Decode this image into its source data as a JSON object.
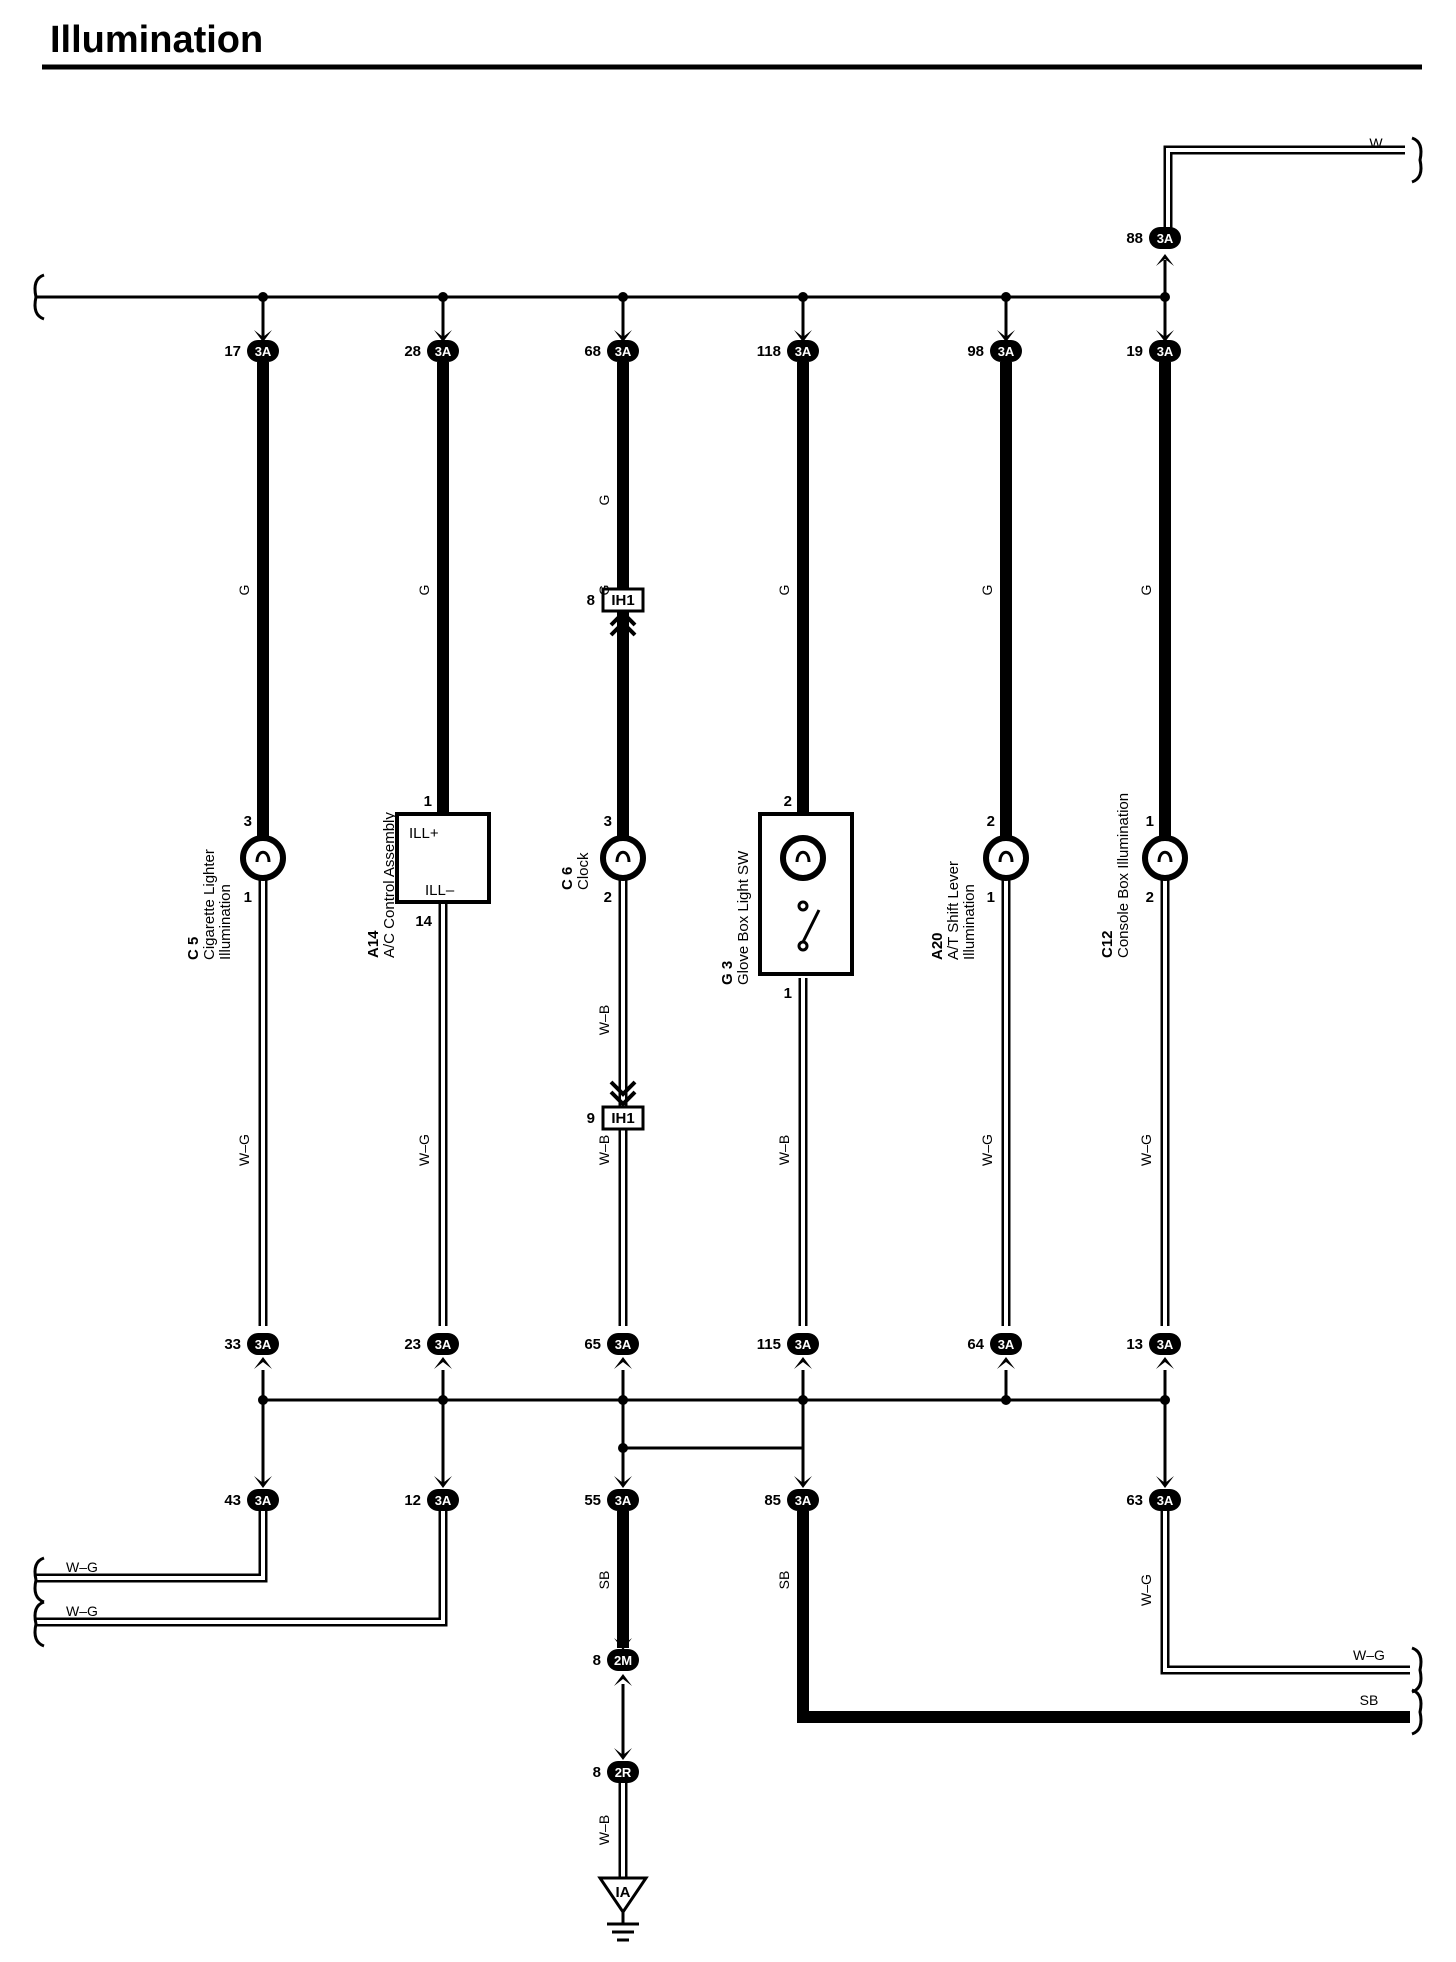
{
  "title": "Illumination",
  "top_feed": {
    "wire": "W",
    "pin": "88",
    "conn": "3A"
  },
  "branches": [
    {
      "top_pin": "17",
      "top_conn": "3A",
      "upper_wire": "G",
      "comp_pin_in": "3",
      "comp_pin_out": "1",
      "code": "C 5",
      "name_lines": [
        "Cigarette Lighter",
        "Illumination"
      ],
      "lower_wire": "W–G",
      "bot_pin": "33",
      "bot_conn": "3A"
    },
    {
      "top_pin": "28",
      "top_conn": "3A",
      "upper_wire": "G",
      "comp_pin_in": "1",
      "comp_pin_out": "14",
      "code": "A14",
      "name_lines": [
        "A/C Control Assembly"
      ],
      "box_in": "ILL+",
      "box_out": "ILL–",
      "lower_wire": "W–G",
      "bot_pin": "23",
      "bot_conn": "3A"
    },
    {
      "top_pin": "68",
      "top_conn": "3A",
      "upper_wire": "G",
      "upper_wire_2": "G",
      "junction_top": {
        "pin": "8",
        "label": "IH1"
      },
      "comp_pin_in": "3",
      "comp_pin_out": "2",
      "code": "C 6",
      "name_lines": [
        "Clock"
      ],
      "lower_wire": "W–B",
      "junction_bot": {
        "pin": "9",
        "label": "IH1"
      },
      "lower_wire_2": "W–B",
      "bot_pin": "65",
      "bot_conn": "3A"
    },
    {
      "top_pin": "118",
      "top_conn": "3A",
      "upper_wire": "G",
      "comp_pin_in": "2",
      "comp_pin_out": "1",
      "code": "G 3",
      "name_lines": [
        "Glove Box Light SW"
      ],
      "lower_wire": "W–B",
      "bot_pin": "115",
      "bot_conn": "3A"
    },
    {
      "top_pin": "98",
      "top_conn": "3A",
      "upper_wire": "G",
      "comp_pin_in": "2",
      "comp_pin_out": "1",
      "code": "A20",
      "name_lines": [
        "A/T Shift Lever",
        "Illumination"
      ],
      "lower_wire": "W–G",
      "bot_pin": "64",
      "bot_conn": "3A"
    },
    {
      "top_pin": "19",
      "top_conn": "3A",
      "upper_wire": "G",
      "comp_pin_in": "1",
      "comp_pin_out": "2",
      "code": "C12",
      "name_lines": [
        "Console Box Illumination"
      ],
      "lower_wire": "W–G",
      "bot_pin": "13",
      "bot_conn": "3A"
    }
  ],
  "outputs": {
    "out43": {
      "pin": "43",
      "conn": "3A",
      "wire": "W–G"
    },
    "out12": {
      "pin": "12",
      "conn": "3A",
      "wire": "W–G"
    },
    "out55": {
      "pin": "55",
      "conn": "3A",
      "wire": "SB"
    },
    "out85": {
      "pin": "85",
      "conn": "3A",
      "wire": "SB"
    },
    "out63": {
      "pin": "63",
      "conn": "3A",
      "wire": "W–G",
      "wire_right": "W–G"
    },
    "sb_right": "SB",
    "conn_2m": {
      "pin": "8",
      "conn": "2M"
    },
    "conn_2r": {
      "pin": "8",
      "conn": "2R"
    },
    "ground_wire": "W–B",
    "ground": "IA"
  }
}
